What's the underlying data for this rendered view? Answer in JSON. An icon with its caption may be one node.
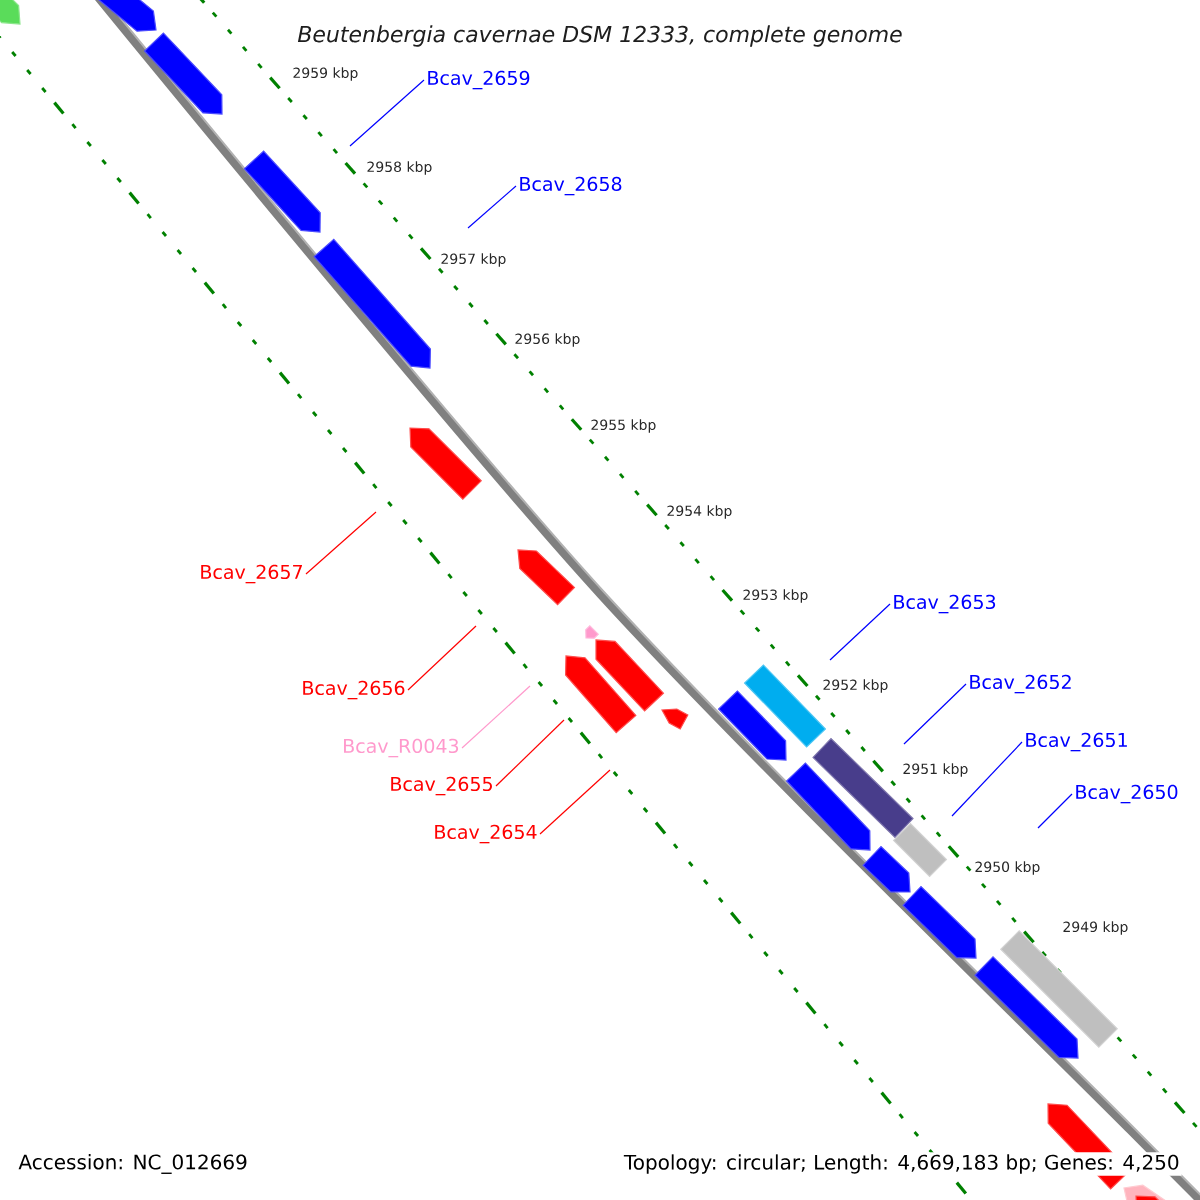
{
  "diagram": {
    "title": "Beutenbergia cavernae DSM 12333, complete genome",
    "nodes": [
      {
        "text": [
          "Bcav_2659"
        ]
      },
      {
        "text": [
          "Bcav_2658"
        ]
      },
      {
        "text": [
          "Bcav_2657"
        ]
      },
      {
        "text": [
          "Bcav_2653"
        ]
      },
      {
        "text": [
          "Bcav_2652"
        ]
      },
      {
        "text": [
          "Bcav_2656"
        ]
      },
      {
        "text": [
          "Bcav_2651"
        ]
      },
      {
        "text": [
          "Bcav_R0043"
        ]
      },
      {
        "text": [
          "Bcav_2655"
        ]
      },
      {
        "text": [
          "Bcav_2650"
        ]
      },
      {
        "text": [
          "Bcav_2654"
        ]
      }
    ],
    "edges": [
      {
        "from": 0,
        "to": null,
        "arrow": "none"
      },
      {
        "from": 1,
        "to": null,
        "arrow": "none"
      },
      {
        "from": 2,
        "to": null,
        "arrow": "none",
        "color": "#ff0000"
      },
      {
        "from": 3,
        "to": null,
        "arrow": "none"
      },
      {
        "from": 4,
        "to": null,
        "arrow": "none"
      },
      {
        "from": 5,
        "to": null,
        "arrow": "none",
        "color": "#ff0000"
      },
      {
        "from": 6,
        "to": null,
        "arrow": "none"
      },
      {
        "from": 7,
        "to": null,
        "arrow": "none",
        "color": "#ff99cc"
      },
      {
        "from": 8,
        "to": null,
        "arrow": "none",
        "color": "#ff0000"
      },
      {
        "from": 9,
        "to": null,
        "arrow": "none"
      },
      {
        "from": 10,
        "to": null,
        "arrow": "none",
        "color": "#ff0000"
      }
    ],
    "labels": [
      "2959 kbp",
      "2958 kbp",
      "2957 kbp",
      "2956 kbp",
      "2955 kbp",
      "2954 kbp",
      "2953 kbp",
      "2952 kbp",
      "2951 kbp",
      "2950 kbp",
      "2949 kbp",
      "Accession: NC_012669",
      "Topology: circular; Length: 4,669,183 bp; Genes: 4,250"
    ]
  }
}
